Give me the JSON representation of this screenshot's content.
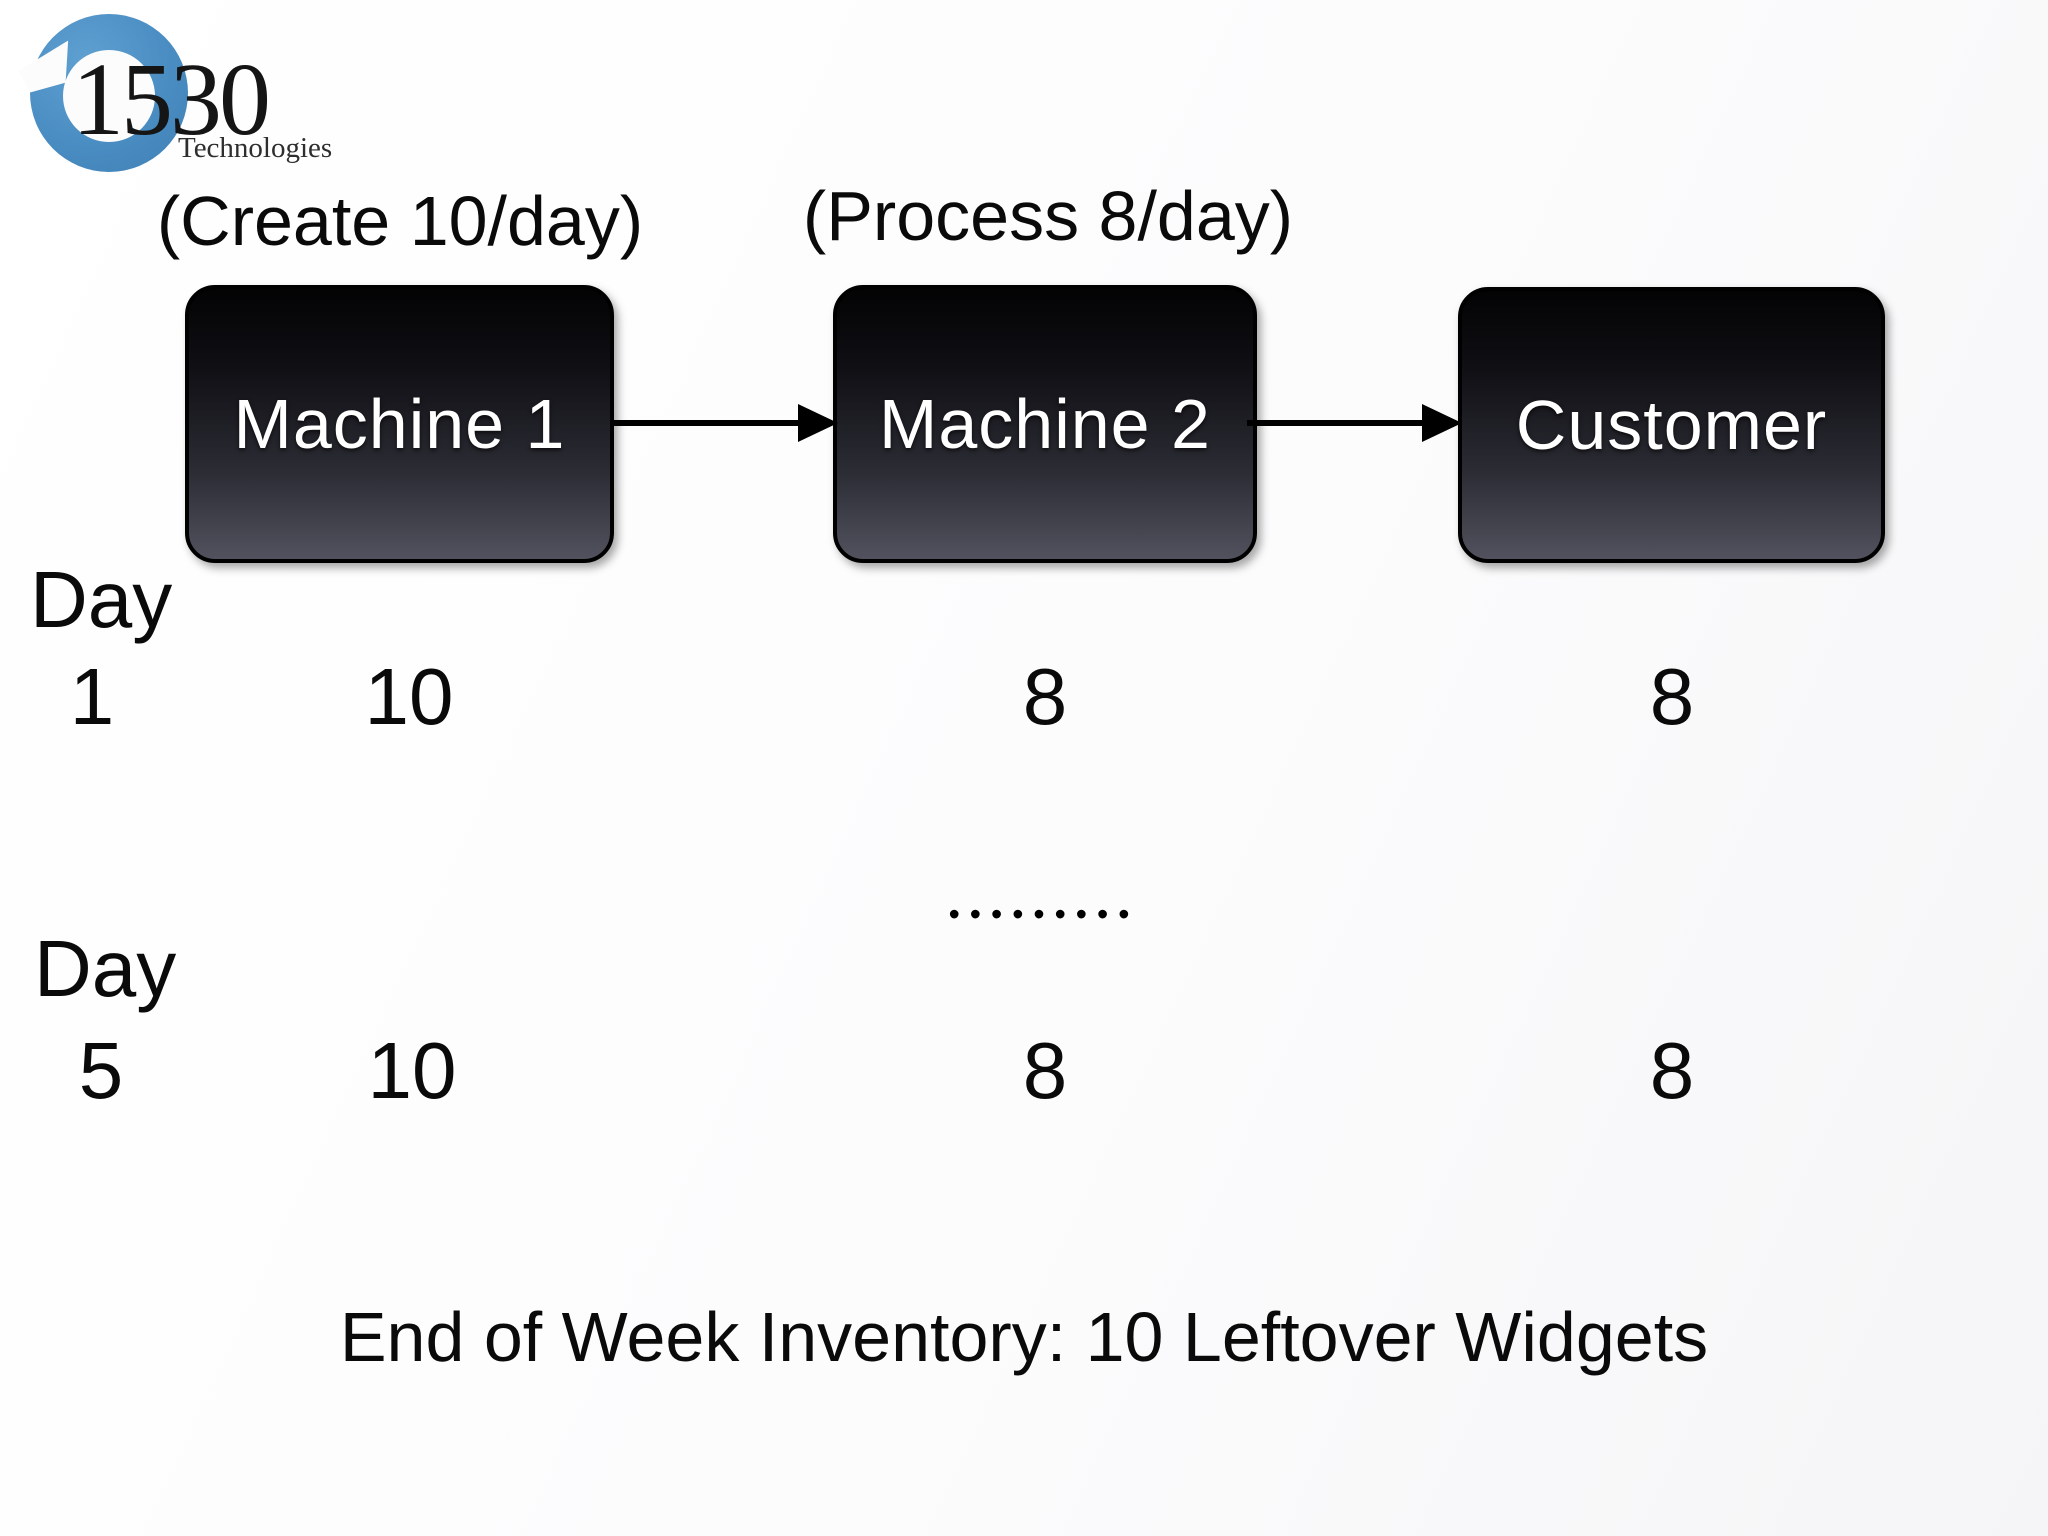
{
  "logo": {
    "number": "1530",
    "subtitle": "Technologies",
    "circle_color": "#4a8dc2"
  },
  "nodes": [
    {
      "label": "Machine 1",
      "annotation": "(Create 10/day)"
    },
    {
      "label": "Machine 2",
      "annotation": "(Process 8/day)"
    },
    {
      "label": "Customer",
      "annotation": ""
    }
  ],
  "rows": [
    {
      "label": "Day",
      "number": "1",
      "values": [
        "10",
        "8",
        "8"
      ]
    },
    {
      "label": "Day",
      "number": "5",
      "values": [
        "10",
        "8",
        "8"
      ]
    }
  ],
  "ellipsis": {
    "text": "•••••••••"
  },
  "footer": {
    "text": "End of Week Inventory: 10 Leftover Widgets"
  },
  "colors": {
    "box_gradient_top": "#030304",
    "box_gradient_bottom": "#52525e",
    "arrow": "#000000",
    "background": "#fcfcfd"
  }
}
